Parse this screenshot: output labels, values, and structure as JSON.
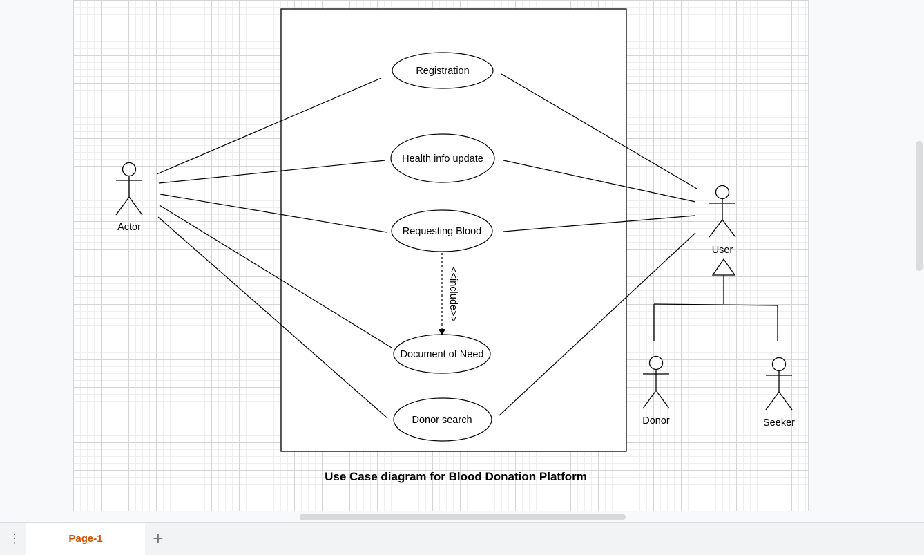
{
  "diagram": {
    "title": "Use Case diagram for Blood Donation Platform",
    "use_cases": {
      "registration": "Registration",
      "health_info_update": "Health info update",
      "requesting_blood": "Requesting Blood",
      "document_of_need": "Document of Need",
      "donor_search": "Donor search"
    },
    "include_label": "<<include>>",
    "actors": {
      "actor": "Actor",
      "user": "User",
      "donor": "Donor",
      "seeker": "Seeker"
    }
  },
  "footer": {
    "page_tab": "Page-1",
    "menu_icon": "vertical-dots-icon",
    "add_icon": "plus-icon"
  }
}
